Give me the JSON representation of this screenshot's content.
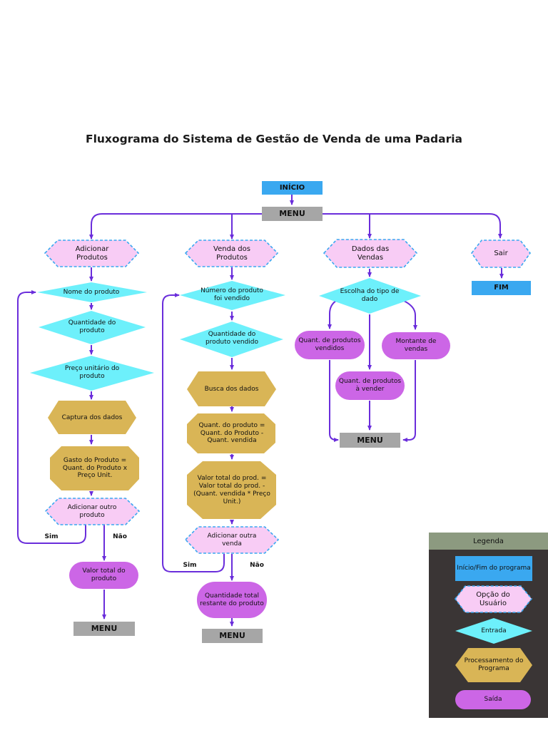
{
  "title": "Fluxograma do Sistema de Gestão de Venda de uma Padaria",
  "colors": {
    "terminal": "#3aa8f0",
    "menu": "#a6a6a6",
    "option": "#f8ccf5",
    "option_border": "#3aa8f0",
    "input": "#6df0fb",
    "process": "#d9b556",
    "output": "#cc66e6",
    "arrow": "#6a2ddb",
    "legend_header": "#8c9a80",
    "legend_body": "#3a3535"
  },
  "nodes": {
    "inicio": "INÍCIO",
    "menu_top": "MENU",
    "opt_adicionar": "Adicionar Produtos",
    "opt_venda": "Venda dos Produtos",
    "opt_dados": "Dados das Vendas",
    "opt_sair": "Sair",
    "fim": "FIM",
    "in_nome": "Nome do produto",
    "in_quantidade": "Quantidade do produto",
    "in_preco": "Preço unitário do produto",
    "proc_captura": "Captura dos dados",
    "proc_gasto": "Gasto do Produto = Quant. do Produto x Preço Unit.",
    "opt_adicionar_outro": "Adicionar outro produto",
    "sim1": "Sim",
    "nao1": "Não",
    "out_valor_total": "Valor total do produto",
    "menu_1": "MENU",
    "in_numero": "Número do produto foi vendido",
    "in_quant_vendido": "Quantidade do produto vendido",
    "proc_busca": "Busca dos dados",
    "proc_quant": "Quant. do produto = Quant. do Produto - Quant. vendida",
    "proc_valor": "Valor total do prod.  = Valor total do prod. - (Quant. vendida * Preço Unit.)",
    "opt_adicionar_outra": "Adicionar outra venda",
    "sim2": "Sim",
    "nao2": "Não",
    "out_quant_restante": "Quantidade total restante do produto",
    "menu_2": "MENU",
    "in_escolha": "Escolha do tipo de dado",
    "out_vendidos": "Quant. de produtos vendidos",
    "out_montante": "Montante de vendas",
    "out_avender": "Quant. de produtos à vender",
    "menu_3": "MENU"
  },
  "legend": {
    "title": "Legenda",
    "terminal": "Início/Fim  do programa",
    "option": "Opção do Usuário",
    "input": "Entrada",
    "process": "Processamento do Programa",
    "output": "Saída"
  }
}
